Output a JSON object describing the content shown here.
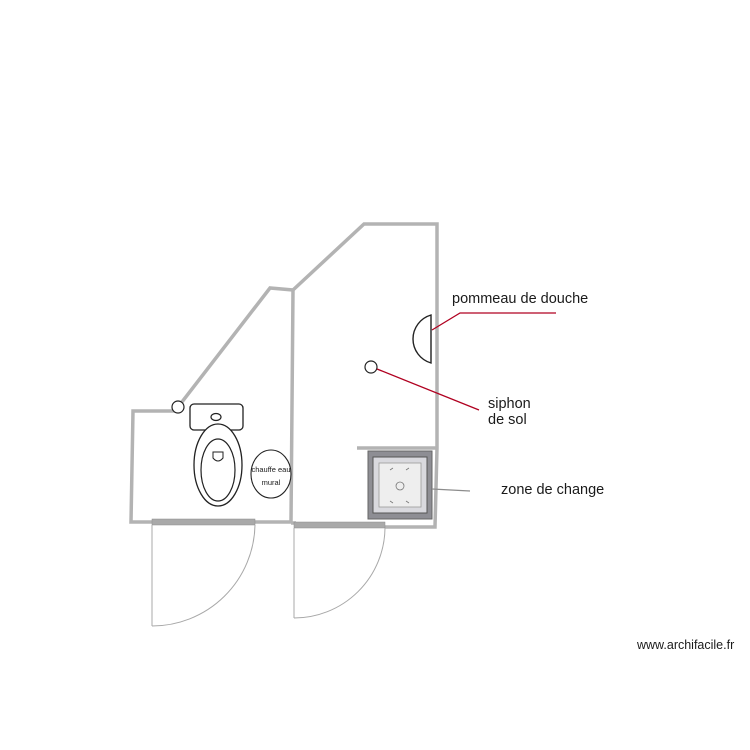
{
  "labels": {
    "shower_head": "pommeau de douche",
    "floor_drain_line1": "siphon",
    "floor_drain_line2": "de sol",
    "changing_zone": "zone de change",
    "water_heater_line1": "chauffe eau",
    "water_heater_line2": "mural"
  },
  "watermark": "www.archifacile.fr",
  "colors": {
    "wall": "#b3b3b3",
    "callout": "#b00020",
    "text": "#1a1a1a"
  },
  "icons": [
    "toilet-icon",
    "water-heater-icon",
    "shower-head-icon",
    "floor-drain-icon",
    "changing-table-icon",
    "door-icon"
  ]
}
